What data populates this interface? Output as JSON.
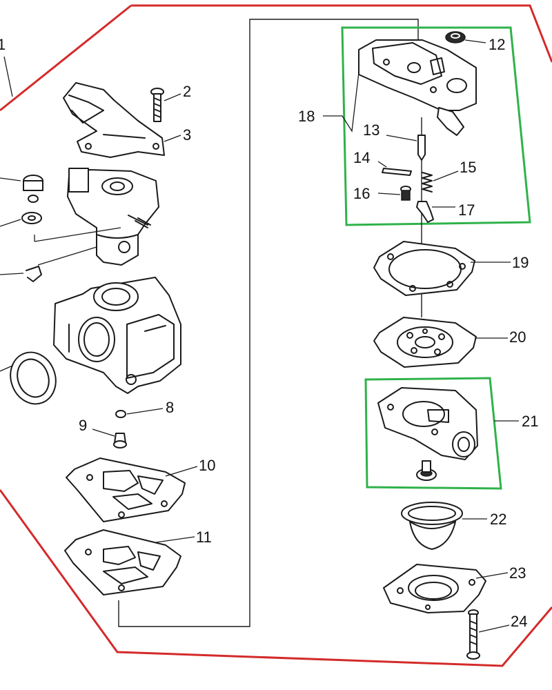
{
  "colors": {
    "boundary": "#d42a2a",
    "group": "#2fb24a",
    "corner_mark": "#1f4fa0",
    "ink": "#1a1a1a"
  },
  "callouts": {
    "c1": "1",
    "c2": "2",
    "c3": "3",
    "c8": "8",
    "c9": "9",
    "c10": "10",
    "c11": "11",
    "c12": "12",
    "c13": "13",
    "c14": "14",
    "c15": "15",
    "c16": "16",
    "c17": "17",
    "c18": "18",
    "c19": "19",
    "c20": "20",
    "c21": "21",
    "c22": "22",
    "c23": "23",
    "c24": "24"
  }
}
